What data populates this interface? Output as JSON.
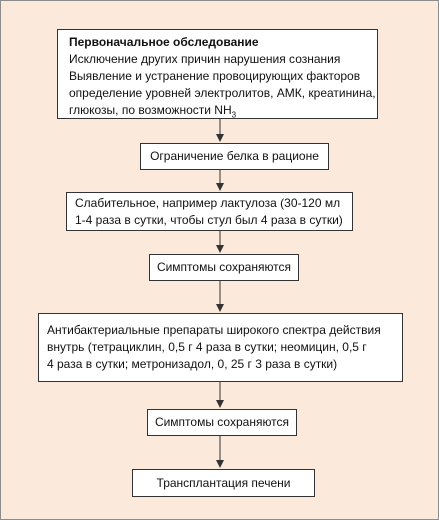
{
  "flowchart": {
    "box1": {
      "title": "Первоначальное обследование",
      "line1": "Исключение других причин нарушения сознания",
      "line2": "Выявление и устранение провоцирующих факторов",
      "line3": "определение уровней электролитов, АМК, креатинина,",
      "line4_prefix": "глюкозы, по возможности NH",
      "line4_sub": "3"
    },
    "box2": {
      "text": "Ограничение белка в рационе"
    },
    "box3": {
      "line1": "Слабительное, например лактулоза (30-120 мл",
      "line2": "1-4 раза в сутки, чтобы стул был 4 раза в сутки)"
    },
    "box4": {
      "text": "Симптомы сохраняются"
    },
    "box5": {
      "line1": "Антибактериальные препараты широкого спектра действия",
      "line2": "внутрь (тетрациклин, 0,5 г 4 раза в сутки; неомицин, 0,5 г",
      "line3": "4 раза в сутки; метронизадол, 0, 25 г 3 раза в сутки)"
    },
    "box6": {
      "text": "Симптомы сохраняются"
    },
    "box7": {
      "text": "Трансплантация печени"
    }
  }
}
